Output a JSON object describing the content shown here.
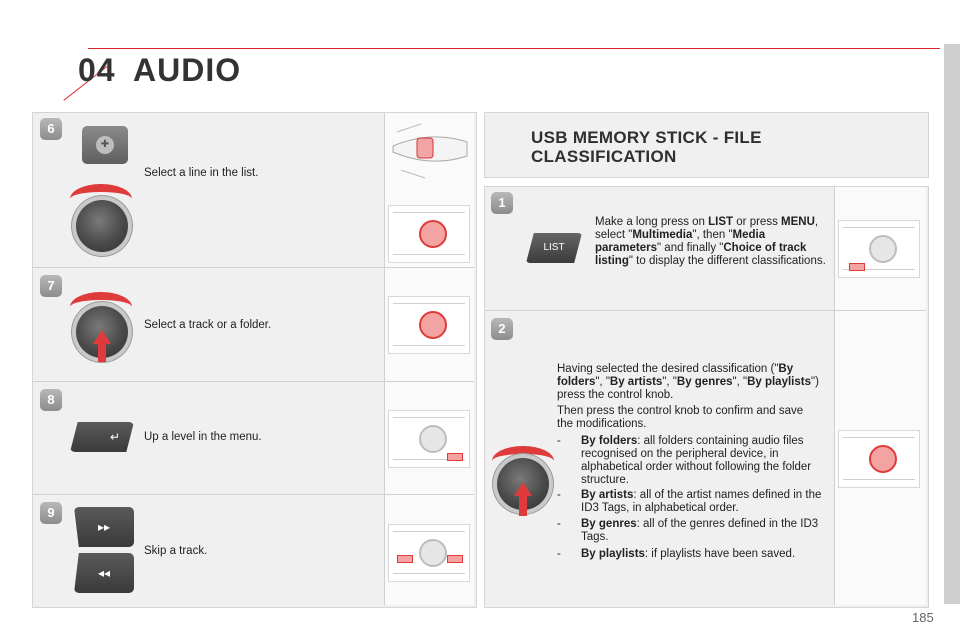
{
  "header": {
    "chapter": "04",
    "title": "AUDIO"
  },
  "page_number": "185",
  "left": {
    "steps": [
      {
        "number": "6",
        "text": "Select a line in the list."
      },
      {
        "number": "7",
        "text": "Select a track or a folder."
      },
      {
        "number": "8",
        "text": "Up a level in the menu."
      },
      {
        "number": "9",
        "text": "Skip a track."
      }
    ]
  },
  "right": {
    "heading_line1": "USB MEMORY STICK - FILE",
    "heading_line2": "CLASSIFICATION",
    "step1": {
      "number": "1",
      "button_label": "LIST",
      "p1": "Make a long press on ",
      "list": "LIST",
      "p2": " or press ",
      "menu": "MENU",
      "p3": ", select \"",
      "multimedia": "Multimedia",
      "p4": "\", then \"",
      "media_params": "Media parameters",
      "p5": "\" and finally \"",
      "choice": "Choice of track listing",
      "p6": "\" to display the different classifications."
    },
    "step2": {
      "number": "2",
      "intro_a": "Having selected the desired classification (\"",
      "by_folders": "By folders",
      "sep1": "\", \"",
      "by_artists": "By artists",
      "sep2": "\", \"",
      "by_genres": "By genres",
      "sep3": "\", \"",
      "by_playlists": "By playlists",
      "intro_b": "\") press the control knob.",
      "confirm": "Then press the control knob to confirm and save the modifications.",
      "bullets": [
        {
          "term": "By folders",
          "desc": ": all folders containing audio files recognised on the peripheral device, in alphabetical order without following the folder structure."
        },
        {
          "term": "By artists",
          "desc": ": all of the artist names defined in the ID3 Tags, in alphabetical order."
        },
        {
          "term": "By genres",
          "desc": ": all of the genres defined in the ID3 Tags."
        },
        {
          "term": "By playlists",
          "desc": ": if playlists have been saved."
        }
      ]
    }
  },
  "icons": {
    "back": "back-arrow-icon",
    "next": "skip-forward-icon",
    "prev": "skip-back-icon"
  }
}
